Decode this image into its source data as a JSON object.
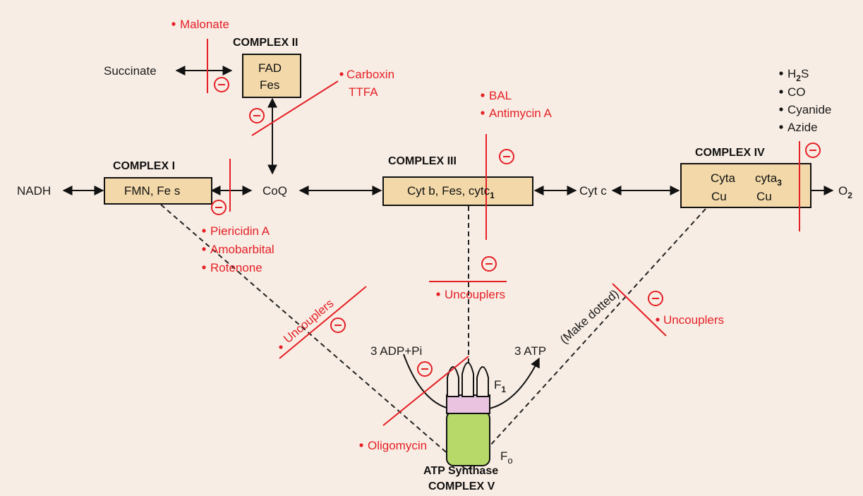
{
  "colors": {
    "background": "#f8ede4",
    "box_fill": "#f3d9a9",
    "inhibitor_red": "#e41f26",
    "f1_pink": "#e9c3df",
    "fo_green": "#b7d96a"
  },
  "complexes": {
    "c1_title": "COMPLEX I",
    "c1_box": "FMN, Fe s",
    "c2_title": "COMPLEX II",
    "c2_line1": "FAD",
    "c2_line2": "Fes",
    "c3_title": "COMPLEX III",
    "c3_box_main": "Cyt b, Fes, cytc",
    "c3_box_sub": "1",
    "c4_title": "COMPLEX IV",
    "c4_cyta": "Cyta",
    "c4_cyta3": "cyta",
    "c4_cyta3_sub": "3",
    "c4_cu1": "Cu",
    "c4_cu2": "Cu",
    "c5_line1": "ATP Synthase",
    "c5_line2": "COMPLEX V"
  },
  "substrates": {
    "nadh": "NADH",
    "succinate": "Succinate",
    "coq": "CoQ",
    "cytc": "Cyt c",
    "o2": "O",
    "o2_sub": "2",
    "adp": "3 ADP+Pi",
    "atp": "3 ATP",
    "f1": "F",
    "f1_sub": "1",
    "fo": "F",
    "fo_sub": "o"
  },
  "inhibitors": {
    "malonate": "Malonate",
    "carboxin": "Carboxin",
    "ttfa": "TTFA",
    "bal": "BAL",
    "antimycin": "Antimycin A",
    "piericidin": "Piericidin A",
    "amobarbital": "Amobarbital",
    "rotenone": "Rotenone",
    "uncouplers_left": "Uncouplers",
    "uncouplers_mid": "Uncouplers",
    "uncouplers_right": "Uncouplers",
    "oligomycin": "Oligomycin",
    "h2s_pre": "H",
    "h2s_sub": "2",
    "h2s_post": "S",
    "co": "CO",
    "cyanide": "Cyanide",
    "azide": "Azide"
  },
  "annotations": {
    "make_dotted": "(Make dotted)",
    "inhibit_symbol": "−"
  }
}
